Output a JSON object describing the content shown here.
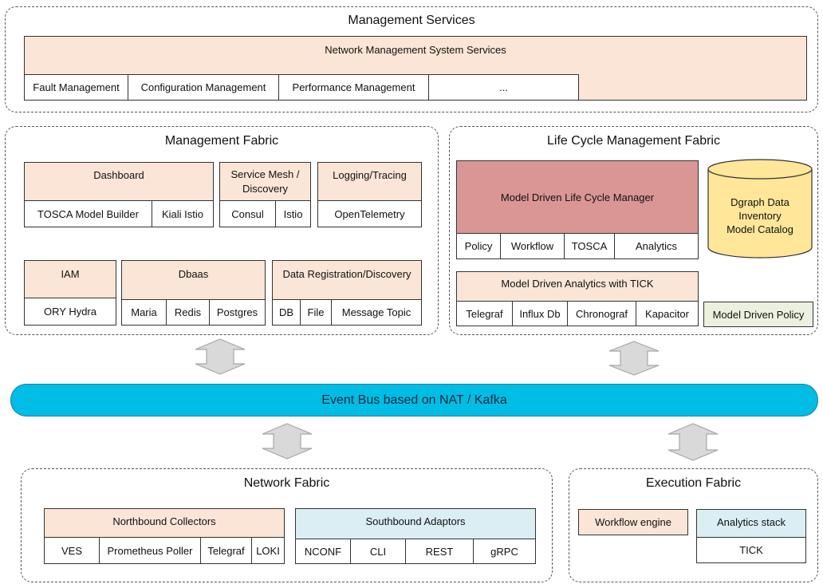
{
  "management_services": {
    "title": "Management Services",
    "nms": {
      "title": "Network Management System Services",
      "items": [
        "Fault Management",
        "Configuration Management",
        "Performance Management",
        "..."
      ]
    }
  },
  "management_fabric": {
    "title": "Management Fabric",
    "dashboard": {
      "title": "Dashboard",
      "items": [
        "TOSCA Model Builder",
        "Kiali Istio"
      ]
    },
    "service_mesh": {
      "title": "Service Mesh /\nDiscovery",
      "items": [
        "Consul",
        "Istio"
      ]
    },
    "logging": {
      "title": "Logging/Tracing",
      "items": [
        "OpenTelemetry"
      ]
    },
    "iam": {
      "title": "IAM",
      "items": [
        "ORY Hydra"
      ]
    },
    "dbaas": {
      "title": "Dbaas",
      "items": [
        "Maria",
        "Redis",
        "Postgres"
      ]
    },
    "data_registration": {
      "title": "Data Registration/Discovery",
      "items": [
        "DB",
        "File",
        "Message Topic"
      ]
    }
  },
  "lifecycle_fabric": {
    "title": "Life Cycle Management Fabric",
    "lcm": {
      "title": "Model Driven Life Cycle Manager",
      "items": [
        "Policy",
        "Workflow",
        "TOSCA",
        "Analytics"
      ]
    },
    "dgraph": {
      "title": "Dgraph Data\nInventory\nModel Catalog"
    },
    "analytics_tick": {
      "title": "Model Driven Analytics with TICK",
      "items": [
        "Telegraf",
        "Influx Db",
        "Chronograf",
        "Kapacitor"
      ]
    },
    "policy": {
      "title": "Model Driven Policy"
    }
  },
  "event_bus": {
    "label": "Event Bus based on NAT / Kafka"
  },
  "network_fabric": {
    "title": "Network Fabric",
    "northbound": {
      "title": "Northbound Collectors",
      "items": [
        "VES",
        "Prometheus Poller",
        "Telegraf",
        "LOKI"
      ]
    },
    "southbound": {
      "title": "Southbound Adaptors",
      "items": [
        "NCONF",
        "CLI",
        "REST",
        "gRPC"
      ]
    }
  },
  "execution_fabric": {
    "title": "Execution Fabric",
    "workflow": {
      "title": "Workflow engine"
    },
    "analytics_stack": {
      "title": "Analytics stack",
      "items": [
        "TICK"
      ]
    }
  },
  "colors": {
    "peach": "#fbe5d6",
    "rose": "#d99694",
    "blue": "#daeef3",
    "green": "#ebf1de",
    "bus": "#00bde6",
    "cylinder": "#ffe699"
  }
}
